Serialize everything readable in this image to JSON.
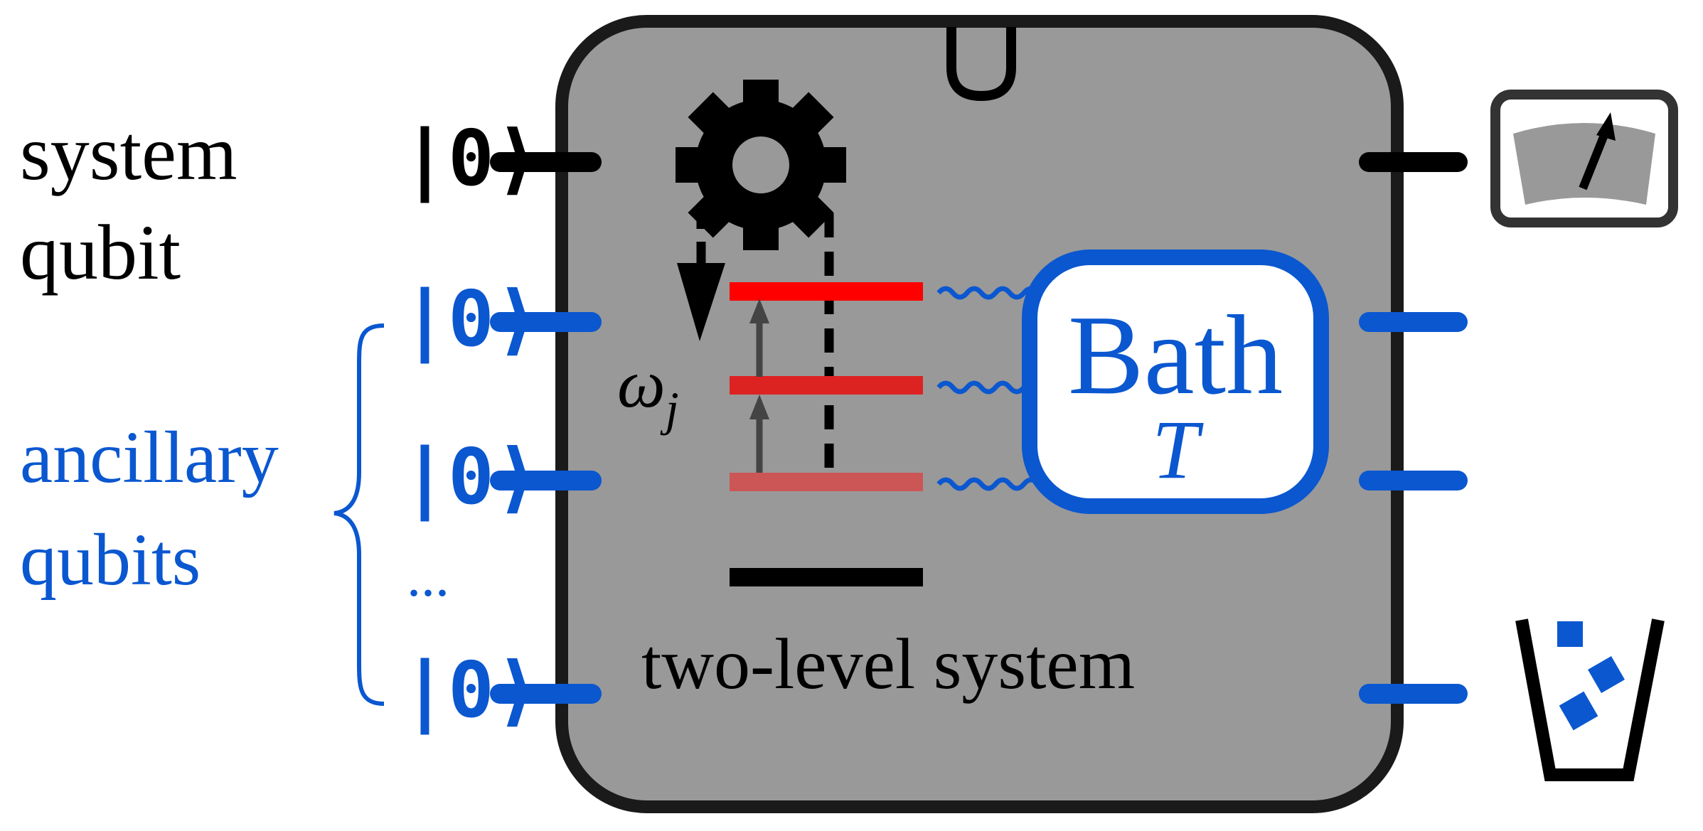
{
  "labels": {
    "system_qubit_line1": "system",
    "system_qubit_line2": "qubit",
    "ancillary_line1": "ancillary",
    "ancillary_line2": "qubits",
    "ellipsis": "...",
    "ket": "|0⟩",
    "bath": "Bath",
    "bath_temperature": "T",
    "omega": "ω",
    "omega_subscript": "j",
    "two_level_system": "two-level system"
  },
  "icons": {
    "gear": "gear-icon",
    "meter": "measurement-meter-icon",
    "trash": "trash-bin-icon",
    "coupler": "u-shaped-coupler-icon"
  },
  "colors": {
    "system": "#000000",
    "ancilla": "#0a57d0",
    "box_fill": "#999999",
    "box_stroke": "#1a1a1a",
    "level_top": "#ff0000",
    "level_mid": "#dd2222",
    "level_low": "#cc5555",
    "ground_level": "#000000",
    "bath_fill": "#ffffff",
    "arrow_gray": "#444444"
  }
}
